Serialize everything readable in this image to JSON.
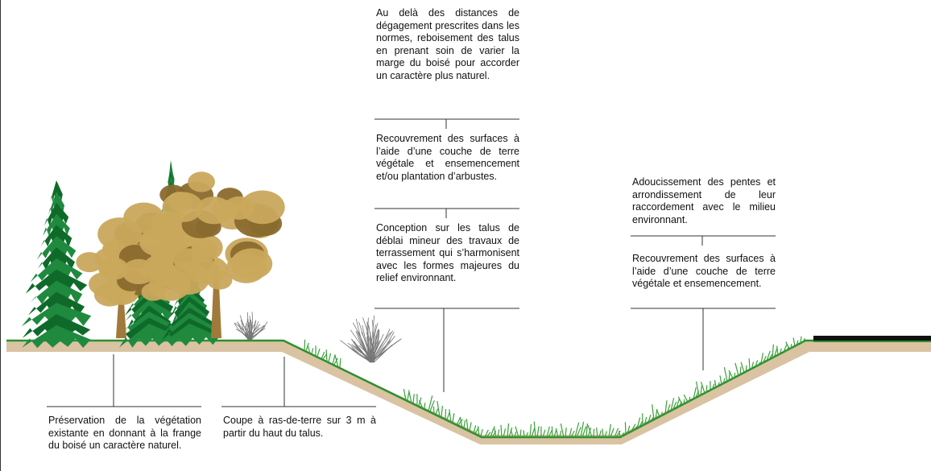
{
  "colors": {
    "ground": "#d9c3a3",
    "grass": "#3aa13a",
    "grass_line": "#2d8f2d",
    "conifer": "#1f8a3e",
    "conifer_dark": "#0f6a2a",
    "deciduous": "#c9a85c",
    "deciduous_dark": "#8a6a2e",
    "trunk": "#a07a3a",
    "shrub": "#777777",
    "road": "#111111",
    "leader": "#333333"
  },
  "annotations": {
    "reboisement": "Au delà des distances de dégagement prescrites dans les normes, reboisement des talus en prenant soin de varier la marge du boisé pour accorder un caractère plus naturel.",
    "recouvrement_arbustes": "Recouvrement des surfaces à l’aide d’une couche de terre végétale et ensemencement et/ou plantation d’arbustes.",
    "conception_talus": "Conception sur les talus de déblai mineur des travaux de terrassement qui s’harmonisent avec les formes majeures du relief environnant.",
    "adoucissement": "Adoucissement des pentes et arrondissement de leur raccordement avec le milieu environnant.",
    "recouvrement_ensemencement": "Recouvrement des surfaces à l’aide d’une couche de terre végétale et ensemencement.",
    "preservation": "Préservation de la végétation existante en donnant à la frange du boisé un caractère naturel.",
    "coupe": "Coupe à ras-de-terre sur 3 m à partir du haut du talus."
  }
}
